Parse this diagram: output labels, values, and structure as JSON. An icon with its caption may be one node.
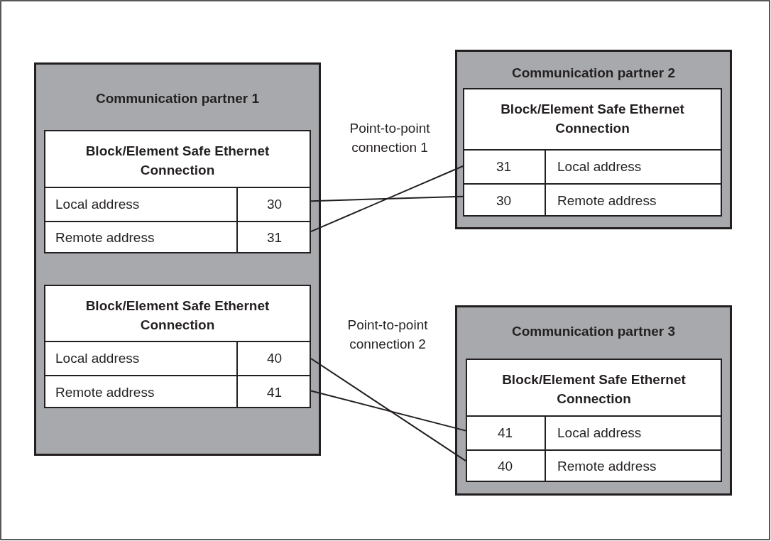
{
  "diagram": {
    "nodes": [
      {
        "text": [
          "Communication partner 1"
        ]
      },
      {
        "text": [
          "Block/Element Safe Ethernet Connection"
        ],
        "in": 0
      },
      {
        "text": [
          "Local address"
        ],
        "in": 1
      },
      {
        "text": [
          "30"
        ],
        "in": 1
      },
      {
        "text": [
          "Remote address"
        ],
        "in": 1
      },
      {
        "text": [
          "31"
        ],
        "in": 1
      },
      {
        "text": [
          "Block/Element Safe Ethernet Connection"
        ],
        "in": 0
      },
      {
        "text": [
          "Local address"
        ],
        "in": 6
      },
      {
        "text": [
          "40"
        ],
        "in": 6
      },
      {
        "text": [
          "Remote address"
        ],
        "in": 6
      },
      {
        "text": [
          "41"
        ],
        "in": 6
      },
      {
        "text": [
          "Communication partner 2"
        ]
      },
      {
        "text": [
          "Block/Element Safe Ethernet Connection"
        ],
        "in": 11
      },
      {
        "text": [
          "31"
        ],
        "in": 12
      },
      {
        "text": [
          "Local address"
        ],
        "in": 12
      },
      {
        "text": [
          "30"
        ],
        "in": 12
      },
      {
        "text": [
          "Remote address"
        ],
        "in": 12
      },
      {
        "text": [
          "Communication partner 3"
        ]
      },
      {
        "text": [
          "Block/Element Safe Ethernet Connection"
        ],
        "in": 17
      },
      {
        "text": [
          "41"
        ],
        "in": 18
      },
      {
        "text": [
          "Local address"
        ],
        "in": 18
      },
      {
        "text": [
          "40"
        ],
        "in": 18
      },
      {
        "text": [
          "Remote address"
        ],
        "in": 18
      }
    ],
    "edges": [
      {
        "from": 3,
        "to": 15,
        "arrow": "none"
      },
      {
        "from": 5,
        "to": 13,
        "arrow": "none"
      },
      {
        "from": 8,
        "to": 21,
        "arrow": "none"
      },
      {
        "from": 10,
        "to": 19,
        "arrow": "none"
      }
    ],
    "labels": [
      "Point-to-point connection 1",
      "Point-to-point connection 2"
    ]
  }
}
